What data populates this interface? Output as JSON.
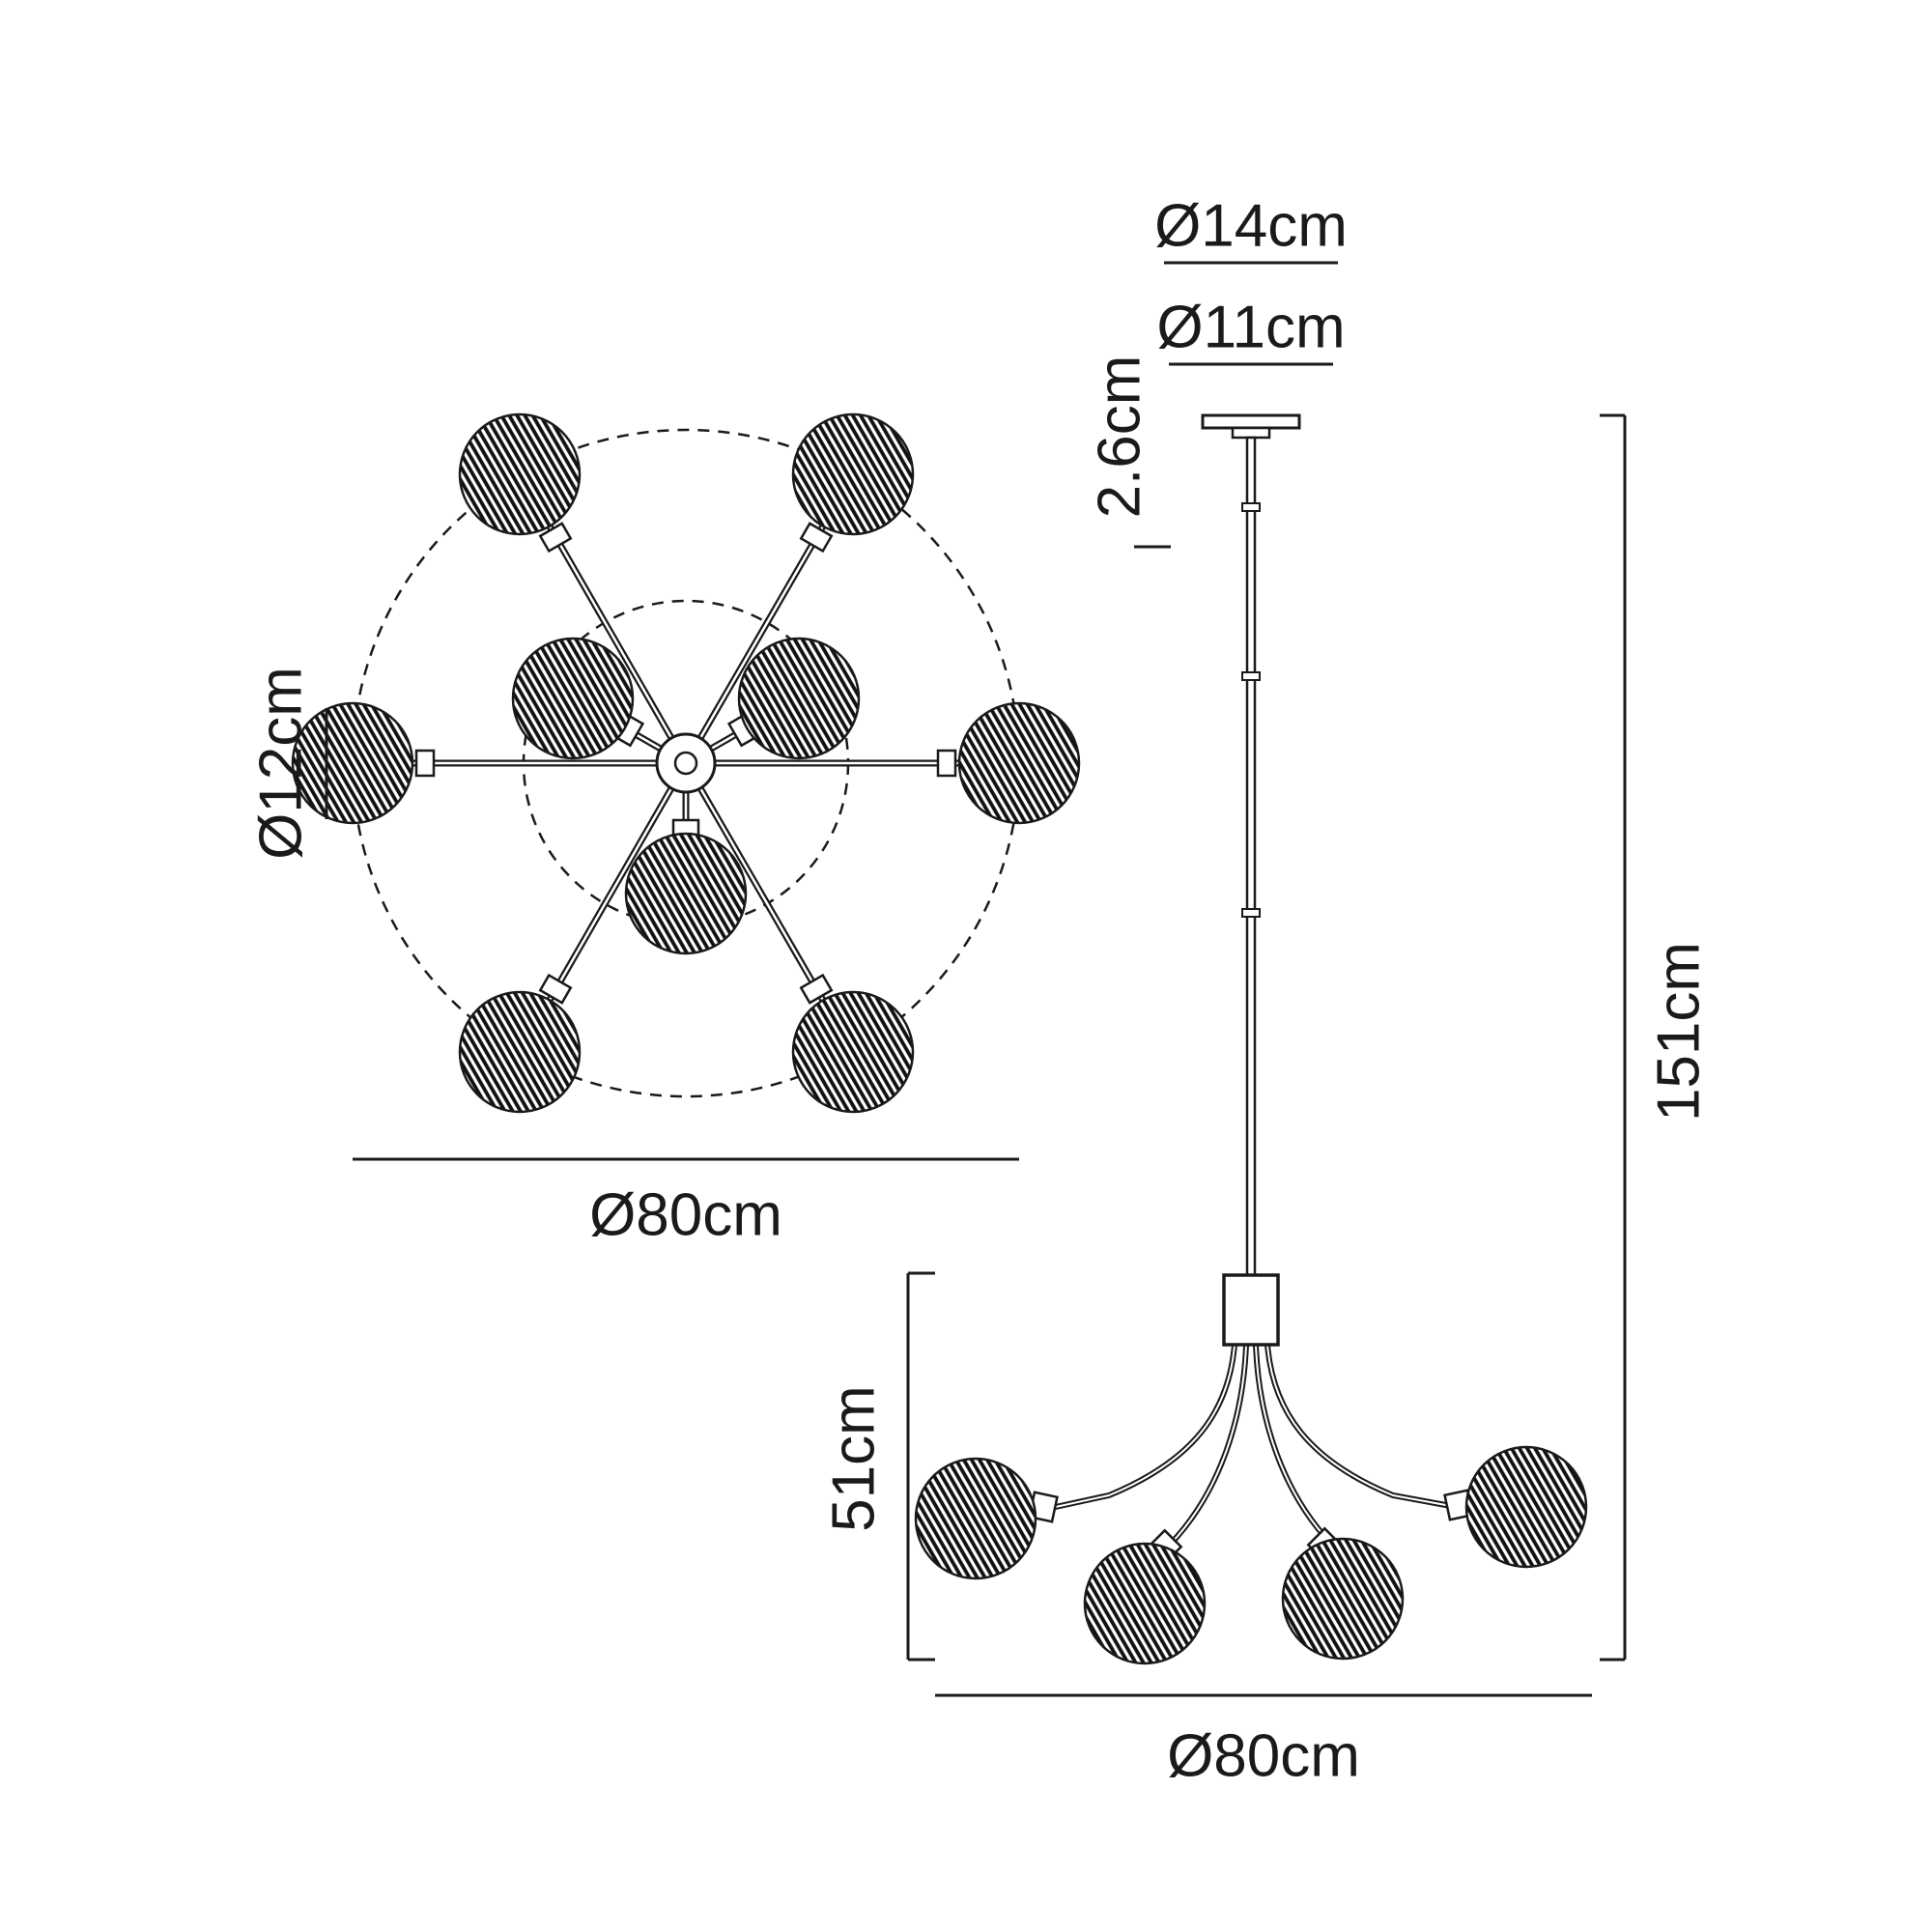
{
  "top_view": {
    "globe_diameter": "Ø12cm",
    "overall_diameter": "Ø80cm"
  },
  "side_view": {
    "canopy_diameter": "Ø14cm",
    "canopy_inner_diameter": "Ø11cm",
    "canopy_height": "2.6cm",
    "total_height": "151cm",
    "fixture_height": "51cm",
    "overall_diameter": "Ø80cm"
  },
  "colors": {
    "line": "#1a1a1a",
    "background": "#ffffff"
  }
}
